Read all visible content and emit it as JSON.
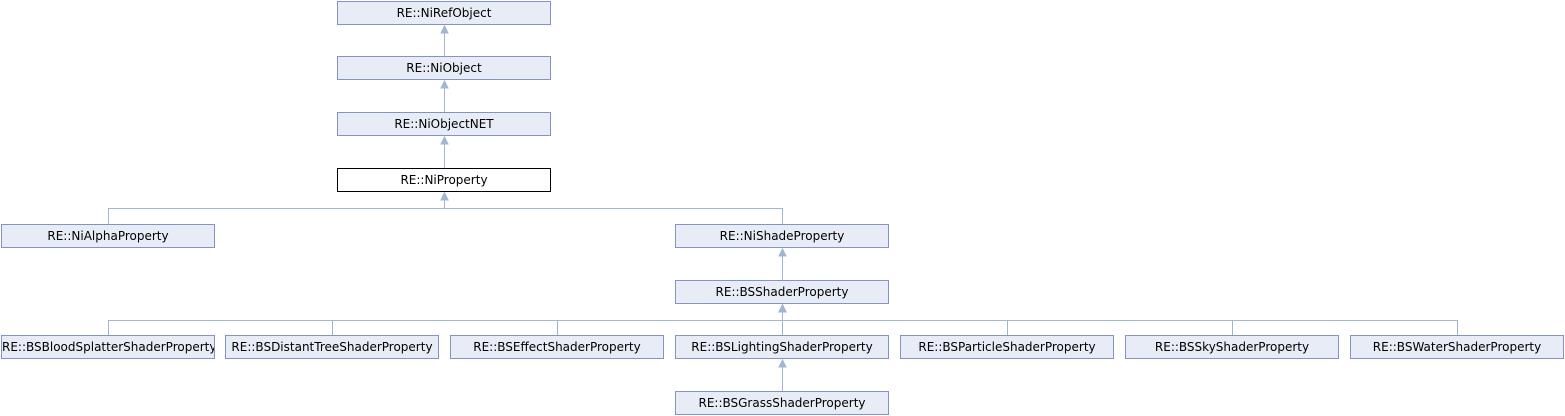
{
  "diagram": {
    "type": "class-inheritance",
    "colors": {
      "node_fill": "#e8ecf6",
      "node_border": "#8493c0",
      "current_fill": "#ffffff",
      "current_border": "#000000",
      "edge": "#9fb6d4"
    },
    "nodes": {
      "NiRefObject": "RE::NiRefObject",
      "NiObject": "RE::NiObject",
      "NiObjectNET": "RE::NiObjectNET",
      "NiProperty": "RE::NiProperty",
      "NiAlphaProperty": "RE::NiAlphaProperty",
      "NiShadeProperty": "RE::NiShadeProperty",
      "BSShaderProperty": "RE::BSShaderProperty",
      "BSBloodSplatterShaderProperty": "RE::BSBloodSplatterShaderProperty",
      "BSDistantTreeShaderProperty": "RE::BSDistantTreeShaderProperty",
      "BSEffectShaderProperty": "RE::BSEffectShaderProperty",
      "BSLightingShaderProperty": "RE::BSLightingShaderProperty",
      "BSParticleShaderProperty": "RE::BSParticleShaderProperty",
      "BSSkyShaderProperty": "RE::BSSkyShaderProperty",
      "BSWaterShaderProperty": "RE::BSWaterShaderProperty",
      "BSGrassShaderProperty": "RE::BSGrassShaderProperty"
    },
    "current": "NiProperty",
    "edges": [
      {
        "child": "NiObject",
        "parent": "NiRefObject"
      },
      {
        "child": "NiObjectNET",
        "parent": "NiObject"
      },
      {
        "child": "NiProperty",
        "parent": "NiObjectNET"
      },
      {
        "child": "NiAlphaProperty",
        "parent": "NiProperty"
      },
      {
        "child": "NiShadeProperty",
        "parent": "NiProperty"
      },
      {
        "child": "BSShaderProperty",
        "parent": "NiShadeProperty"
      },
      {
        "child": "BSBloodSplatterShaderProperty",
        "parent": "BSShaderProperty"
      },
      {
        "child": "BSDistantTreeShaderProperty",
        "parent": "BSShaderProperty"
      },
      {
        "child": "BSEffectShaderProperty",
        "parent": "BSShaderProperty"
      },
      {
        "child": "BSLightingShaderProperty",
        "parent": "BSShaderProperty"
      },
      {
        "child": "BSParticleShaderProperty",
        "parent": "BSShaderProperty"
      },
      {
        "child": "BSSkyShaderProperty",
        "parent": "BSShaderProperty"
      },
      {
        "child": "BSWaterShaderProperty",
        "parent": "BSShaderProperty"
      },
      {
        "child": "BSGrassShaderProperty",
        "parent": "BSLightingShaderProperty"
      }
    ]
  }
}
